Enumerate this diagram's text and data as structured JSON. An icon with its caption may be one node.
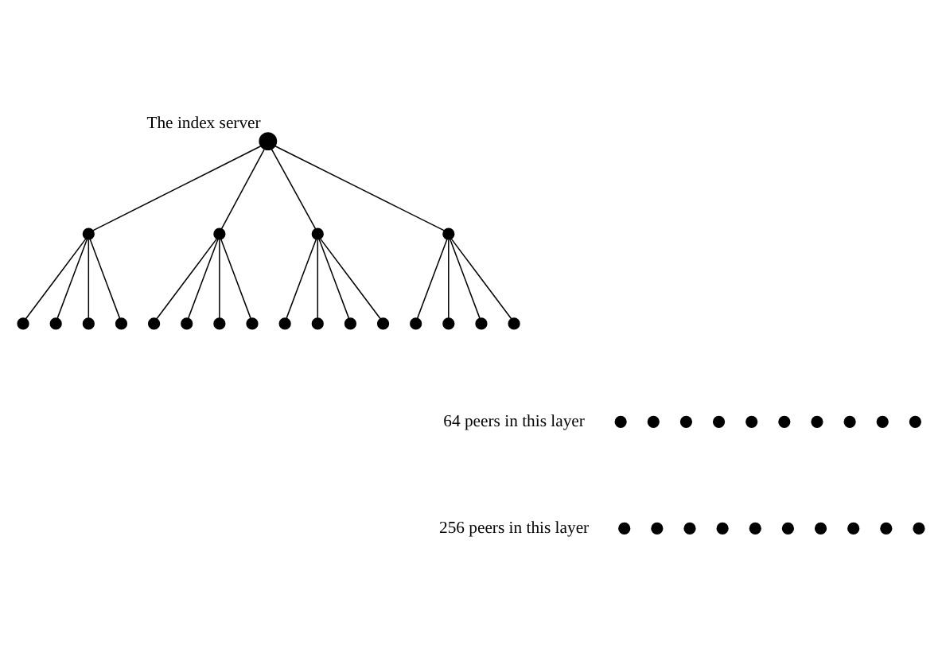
{
  "diagram": {
    "nodes": [
      {
        "text": [
          "The index server"
        ]
      },
      {
        "text": [],
        "shape": "circle"
      },
      {
        "text": [],
        "shape": "circle"
      },
      {
        "text": [],
        "shape": "circle"
      },
      {
        "text": [],
        "shape": "circle"
      },
      {
        "text": [],
        "shape": "circle"
      },
      {
        "text": [],
        "shape": "circle"
      },
      {
        "text": [],
        "shape": "circle"
      },
      {
        "text": [],
        "shape": "circle"
      },
      {
        "text": [],
        "shape": "circle"
      },
      {
        "text": [],
        "shape": "circle"
      },
      {
        "text": [],
        "shape": "circle"
      },
      {
        "text": [],
        "shape": "circle"
      },
      {
        "text": [],
        "shape": "circle"
      },
      {
        "text": [],
        "shape": "circle"
      },
      {
        "text": [],
        "shape": "circle"
      },
      {
        "text": [],
        "shape": "circle"
      },
      {
        "text": [],
        "shape": "circle"
      },
      {
        "text": [],
        "shape": "circle"
      },
      {
        "text": [],
        "shape": "circle"
      },
      {
        "text": [],
        "shape": "circle"
      },
      {
        "text": [],
        "shape": "circle"
      },
      {
        "text": [],
        "shape": "circle"
      },
      {
        "text": [],
        "shape": "circle"
      },
      {
        "text": [],
        "shape": "circle"
      },
      {
        "text": [],
        "shape": "circle"
      },
      {
        "text": [],
        "shape": "circle"
      },
      {
        "text": [],
        "shape": "circle"
      },
      {
        "text": [],
        "shape": "circle"
      },
      {
        "text": [],
        "shape": "circle"
      },
      {
        "text": [],
        "shape": "circle"
      },
      {
        "text": [],
        "shape": "circle"
      },
      {
        "text": [],
        "shape": "circle"
      },
      {
        "text": [],
        "shape": "circle"
      },
      {
        "text": [],
        "shape": "circle"
      },
      {
        "text": [],
        "shape": "circle"
      },
      {
        "text": [],
        "shape": "circle"
      },
      {
        "text": [],
        "shape": "circle"
      },
      {
        "text": [],
        "shape": "circle"
      },
      {
        "text": [],
        "shape": "circle"
      },
      {
        "text": [],
        "shape": "circle"
      }
    ],
    "edges": [
      {
        "from": 0,
        "to": 1,
        "arrow": "none"
      },
      {
        "from": 0,
        "to": 2,
        "arrow": "none"
      },
      {
        "from": 0,
        "to": 3,
        "arrow": "none"
      },
      {
        "from": 0,
        "to": 4,
        "arrow": "none"
      },
      {
        "from": 1,
        "to": 5,
        "arrow": "none"
      },
      {
        "from": 1,
        "to": 6,
        "arrow": "none"
      },
      {
        "from": 1,
        "to": 7,
        "arrow": "none"
      },
      {
        "from": 1,
        "to": 8,
        "arrow": "none"
      },
      {
        "from": 2,
        "to": 9,
        "arrow": "none"
      },
      {
        "from": 2,
        "to": 10,
        "arrow": "none"
      },
      {
        "from": 2,
        "to": 11,
        "arrow": "none"
      },
      {
        "from": 2,
        "to": 12,
        "arrow": "none"
      },
      {
        "from": 3,
        "to": 13,
        "arrow": "none"
      },
      {
        "from": 3,
        "to": 14,
        "arrow": "none"
      },
      {
        "from": 3,
        "to": 15,
        "arrow": "none"
      },
      {
        "from": 3,
        "to": 16,
        "arrow": "none"
      },
      {
        "from": 4,
        "to": 17,
        "arrow": "none"
      },
      {
        "from": 4,
        "to": 18,
        "arrow": "none"
      },
      {
        "from": 4,
        "to": 19,
        "arrow": "none"
      },
      {
        "from": 4,
        "to": 20,
        "arrow": "none"
      }
    ],
    "labels": [
      "64 peers in this layer",
      "256 peers in this layer"
    ]
  }
}
